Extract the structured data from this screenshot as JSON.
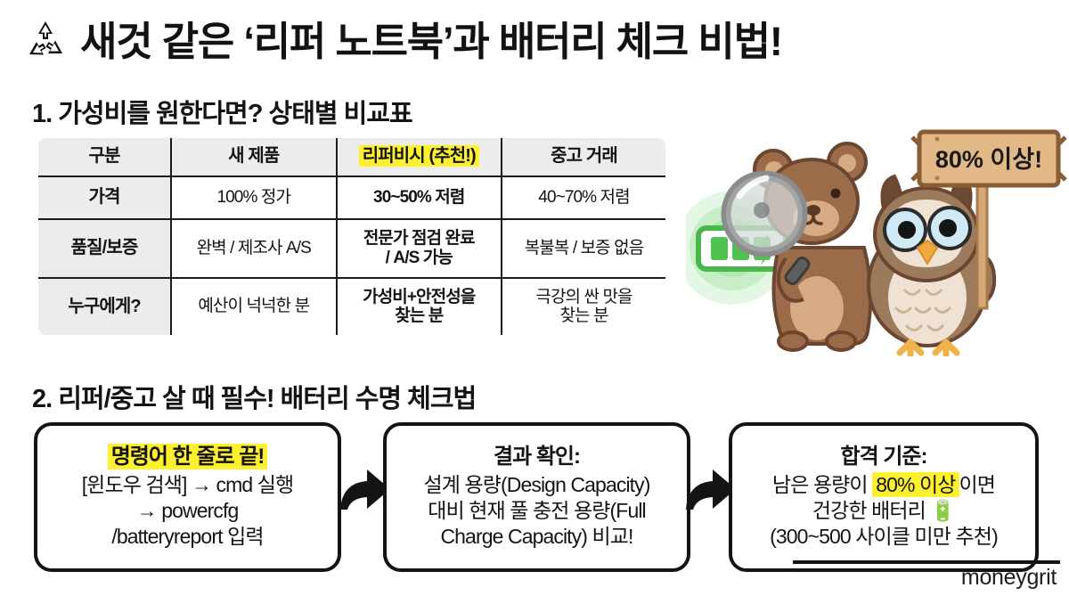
{
  "title": {
    "icon": "recycle-icon",
    "text": "새것 같은 ‘리퍼 노트북’과 배터리 체크 비법!"
  },
  "sections": {
    "one": {
      "heading": "1. 가성비를 원한다면? 상태별 비교표"
    },
    "two": {
      "heading": "2. 리퍼/중고 살 때 필수! 배터리 수명 체크법"
    }
  },
  "comparison_table": {
    "headers": [
      "구분",
      "새 제품",
      "리퍼비시 (추천!)",
      "중고 거래"
    ],
    "highlight_header_index": 2,
    "rows": [
      {
        "label": "가격",
        "cells": [
          "100% 정가",
          "30~50% 저렴",
          "40~70% 저렴"
        ]
      },
      {
        "label": "품질/보증",
        "cells": [
          "완벽 / 제조사 A/S",
          "전문가 점검 완료\n/ A/S 가능",
          "복불복 / 보증 없음"
        ]
      },
      {
        "label": "누구에게?",
        "cells": [
          "예산이 넉넉한 분",
          "가성비+안전성을\n찾는 분",
          "극강의 싼 맛을\n찾는 분"
        ]
      }
    ]
  },
  "illustration": {
    "sign_text": "80% 이상!",
    "characters": [
      "bear-with-magnifier",
      "owl-holding-sign"
    ],
    "battery": {
      "bars": 3,
      "bolt": true
    }
  },
  "flow": {
    "boxes": [
      {
        "title": "명령어 한 줄로 끝!",
        "title_highlighted": true,
        "lines": [
          "[윈도우 검색] → cmd 실행",
          "→ powercfg",
          "/batteryreport 입력"
        ]
      },
      {
        "title": "결과 확인:",
        "title_highlighted": false,
        "lines": [
          "설계 용량(Design Capacity)",
          "대비 현재 풀 충전 용량(Full",
          "Charge Capacity) 비교!"
        ]
      },
      {
        "title": "합격 기준:",
        "title_highlighted": false,
        "lines_rich": [
          {
            "pre": "남은 용량이 ",
            "hl": "80% 이상",
            "post": "이면"
          },
          {
            "pre": "건강한 배터리 🔋",
            "hl": "",
            "post": ""
          },
          {
            "pre": "(300~500 사이클 미만 추천)",
            "hl": "",
            "post": ""
          }
        ]
      }
    ],
    "arrows": [
      "arrow-right-1",
      "arrow-right-2"
    ]
  },
  "watermark": "moneygrit",
  "colors": {
    "highlight_yellow": "#fdf02e",
    "ink": "#141414",
    "table_header_gray": "#ececec",
    "battery_green": "#4caf50",
    "bear_brown": "#9c6b4a",
    "sign_wood": "#e3b887"
  }
}
